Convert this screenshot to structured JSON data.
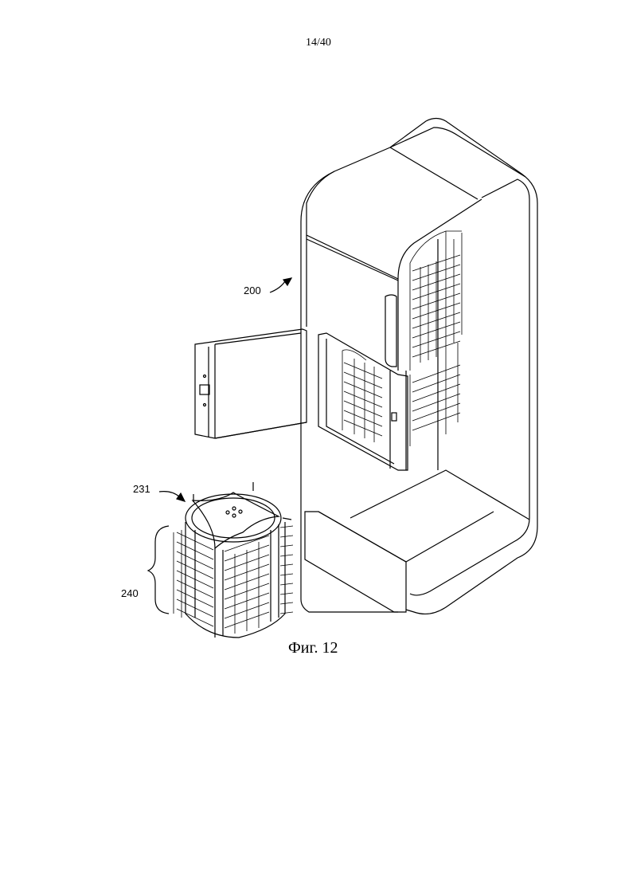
{
  "page_number": "14/40",
  "figure_caption": "Фиг. 12",
  "reference_labels": {
    "cabinet": "200",
    "carousel_top": "231",
    "carousel_body": "240"
  }
}
